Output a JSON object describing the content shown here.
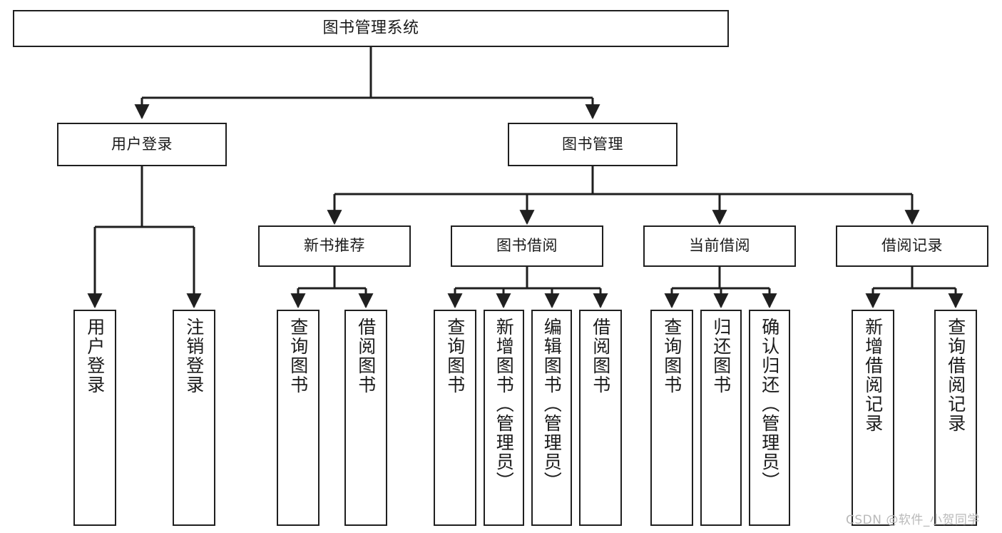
{
  "diagram": {
    "title": "图书管理系统",
    "watermark": "CSDN @软件_小贺同学",
    "colors": {
      "stroke": "#1f1f1f",
      "fill": "#ffffff",
      "text": "#1a1a1a",
      "watermark": "#b9b9b9"
    },
    "levels": {
      "root": "图书管理系统",
      "level2": [
        "用户登录",
        "图书管理"
      ],
      "level3": [
        "新书推荐",
        "图书借阅",
        "当前借阅",
        "借阅记录"
      ]
    },
    "nodes": {
      "root": {
        "label": "图书管理系统"
      },
      "user_login": {
        "label": "用户登录"
      },
      "book_manage": {
        "label": "图书管理"
      },
      "new_book_rec": {
        "label": "新书推荐"
      },
      "book_borrow": {
        "label": "图书借阅"
      },
      "current_borrow": {
        "label": "当前借阅"
      },
      "borrow_record": {
        "label": "借阅记录"
      },
      "leaf_user_login": {
        "label": "用户登录"
      },
      "leaf_user_logout": {
        "label": "注销登录"
      },
      "leaf_rec_query": {
        "label": "查询图书"
      },
      "leaf_rec_borrow": {
        "label": "借阅图书"
      },
      "leaf_borrow_query": {
        "label": "查询图书"
      },
      "leaf_borrow_add": {
        "label": "新增图书（管理员）"
      },
      "leaf_borrow_edit": {
        "label": "编辑图书（管理员）"
      },
      "leaf_borrow_lend": {
        "label": "借阅图书"
      },
      "leaf_cur_query": {
        "label": "查询图书"
      },
      "leaf_cur_return": {
        "label": "归还图书"
      },
      "leaf_cur_confirm": {
        "label": "确认归还（管理员）"
      },
      "leaf_rec_add": {
        "label": "新增借阅记录"
      },
      "leaf_rec_query2": {
        "label": "查询借阅记录"
      }
    }
  }
}
